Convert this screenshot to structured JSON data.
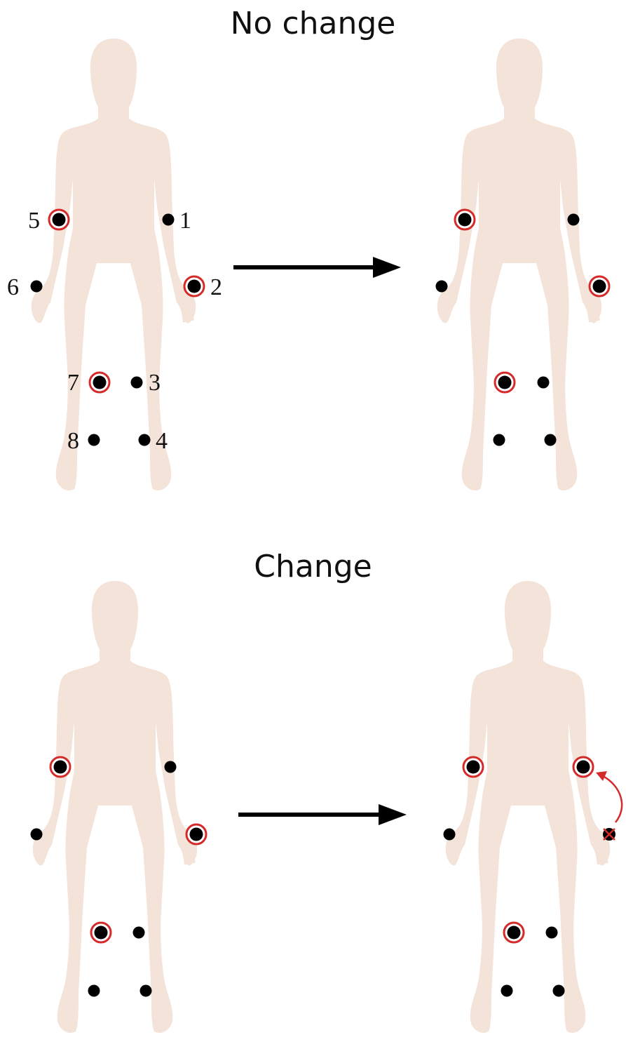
{
  "panels": {
    "top_title": "No change",
    "bottom_title": "Change"
  },
  "marker_labels": [
    "1",
    "2",
    "3",
    "4",
    "5",
    "6",
    "7",
    "8"
  ],
  "colors": {
    "body": "#f4e3d8",
    "marker": "#000000",
    "highlight_ring": "#d42a2a",
    "arrow": "#000000"
  },
  "icons": {
    "arrow": "right-arrow-icon",
    "reposition": "curved-red-arrow-icon",
    "removed_marker": "cross-marker-icon"
  }
}
